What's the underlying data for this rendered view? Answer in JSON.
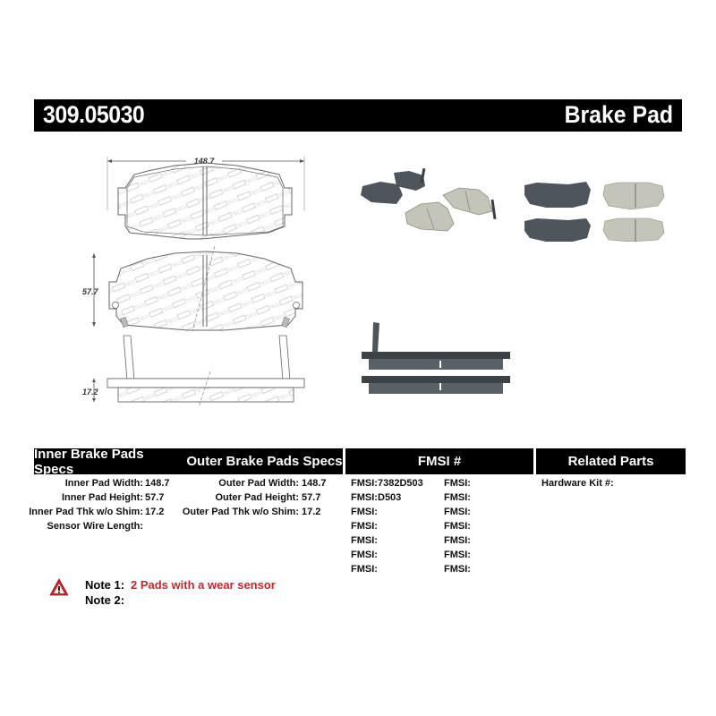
{
  "header": {
    "part_number": "309.05030",
    "part_type": "Brake Pad"
  },
  "drawing": {
    "width_dim": "148.7",
    "height_dim": "57.7",
    "thickness_dim": "17.2",
    "watermark": "STOPTECH"
  },
  "tables": {
    "inner": {
      "title": "Inner Brake Pads Specs",
      "rows": [
        {
          "label": "Inner Pad Width:",
          "value": "148.7"
        },
        {
          "label": "Inner Pad Height:",
          "value": "57.7"
        },
        {
          "label": "Inner Pad Thk w/o Shim:",
          "value": "17.2"
        },
        {
          "label": "Sensor Wire Length:",
          "value": ""
        }
      ]
    },
    "outer": {
      "title": "Outer Brake Pads Specs",
      "rows": [
        {
          "label": "Outer Pad Width:",
          "value": "148.7"
        },
        {
          "label": "Outer Pad Height:",
          "value": "57.7"
        },
        {
          "label": "Outer Pad Thk w/o Shim:",
          "value": "17.2"
        }
      ]
    },
    "fmsi": {
      "title": "FMSI #",
      "col1": [
        {
          "label": "FMSI:",
          "value": "7382D503"
        },
        {
          "label": "FMSI:",
          "value": "D503"
        },
        {
          "label": "FMSI:",
          "value": ""
        },
        {
          "label": "FMSI:",
          "value": ""
        },
        {
          "label": "FMSI:",
          "value": ""
        },
        {
          "label": "FMSI:",
          "value": ""
        },
        {
          "label": "FMSI:",
          "value": ""
        }
      ],
      "col2": [
        {
          "label": "FMSI:",
          "value": ""
        },
        {
          "label": "FMSI:",
          "value": ""
        },
        {
          "label": "FMSI:",
          "value": ""
        },
        {
          "label": "FMSI:",
          "value": ""
        },
        {
          "label": "FMSI:",
          "value": ""
        },
        {
          "label": "FMSI:",
          "value": ""
        },
        {
          "label": "FMSI:",
          "value": ""
        }
      ]
    },
    "related": {
      "title": "Related Parts",
      "rows": [
        {
          "label": "Hardware Kit #:",
          "value": ""
        }
      ]
    }
  },
  "notes": {
    "icon": "warning-triangle-icon",
    "note1_label": "Note 1:",
    "note1_value": "2 Pads with a wear sensor",
    "note2_label": "Note 2:",
    "note2_value": ""
  },
  "colors": {
    "bar": "#000000",
    "note_red": "#c0282d",
    "pad_friction": "#c8c8be",
    "pad_backing": "#4a5258"
  }
}
